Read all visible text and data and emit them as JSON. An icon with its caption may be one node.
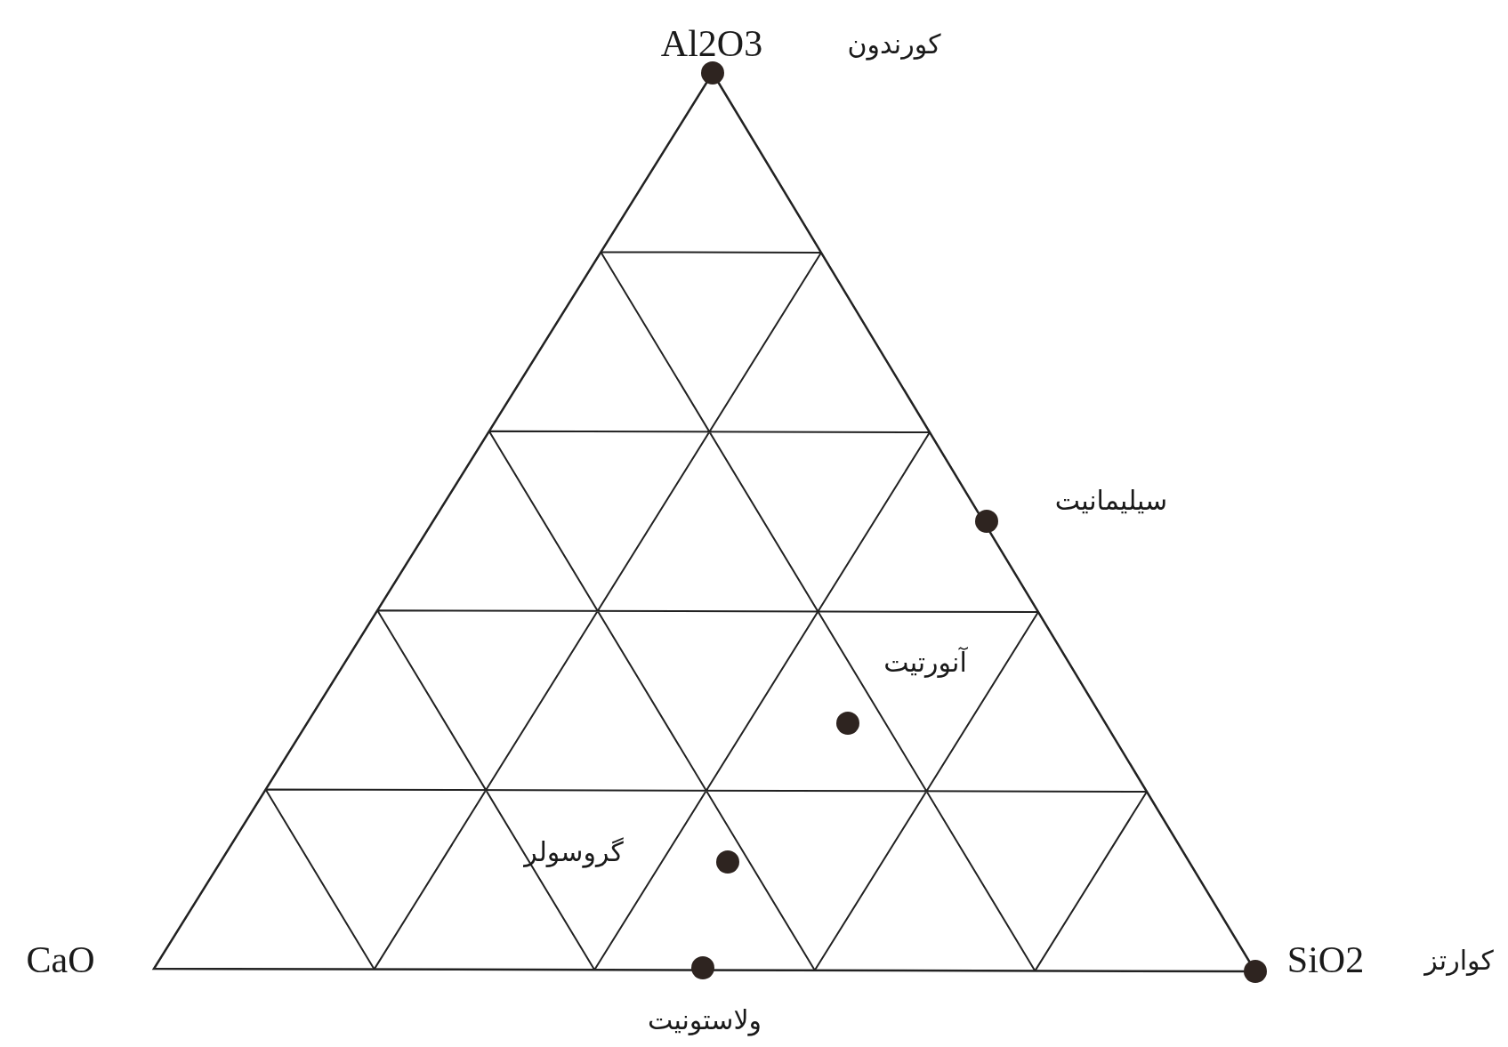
{
  "diagram": {
    "labels": [
      "Al2O3",
      "کورندون",
      "سیلیمانیت",
      "آنورتیت",
      "گروسولر",
      "CaO",
      "SiO2",
      "کوارتز",
      "ولاستونیت"
    ]
  }
}
